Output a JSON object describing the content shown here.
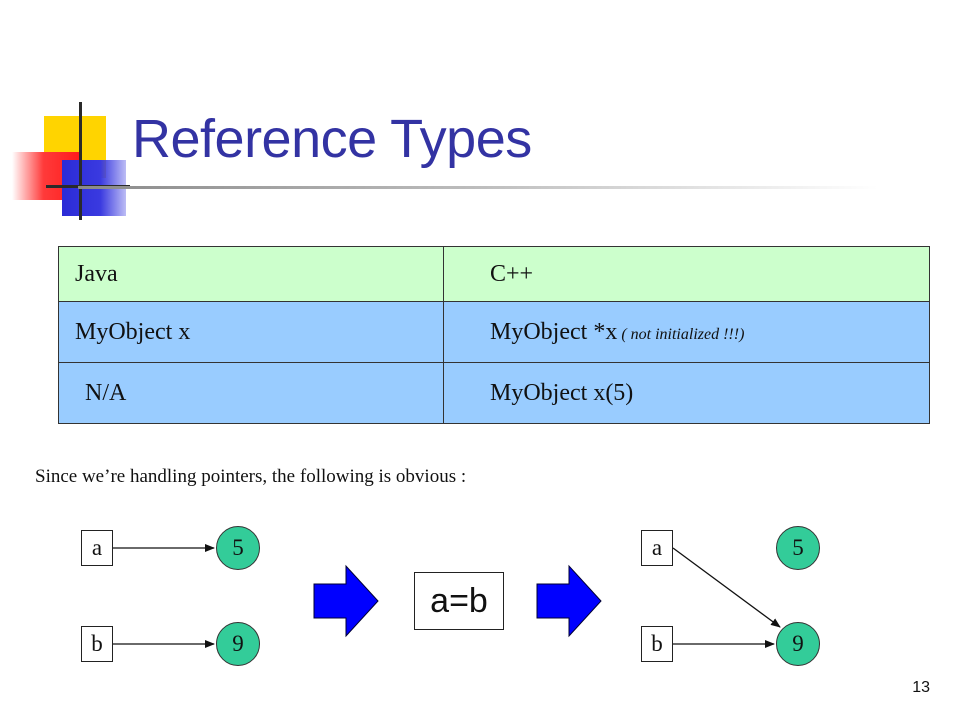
{
  "slide": {
    "title": "Reference Types",
    "page_number": "13"
  },
  "table": {
    "rows": [
      {
        "java": "Java",
        "cpp": "C++",
        "note": ""
      },
      {
        "java": "MyObject x",
        "cpp": "MyObject *x",
        "note": "( not initialized !!!)"
      },
      {
        "java": "N/A",
        "cpp": "MyObject x(5)",
        "note": ""
      }
    ]
  },
  "caption": "Since we’re handling pointers, the following is obvious :",
  "diagram": {
    "before": {
      "a_label": "a",
      "b_label": "b",
      "a_value": "5",
      "b_value": "9"
    },
    "operation": "a=b",
    "after": {
      "a_label": "a",
      "b_label": "b",
      "a_value": "5",
      "b_value": "9"
    },
    "colors": {
      "node": "#33cc99",
      "arrow": "#0000ff",
      "title": "#3333a3"
    }
  }
}
